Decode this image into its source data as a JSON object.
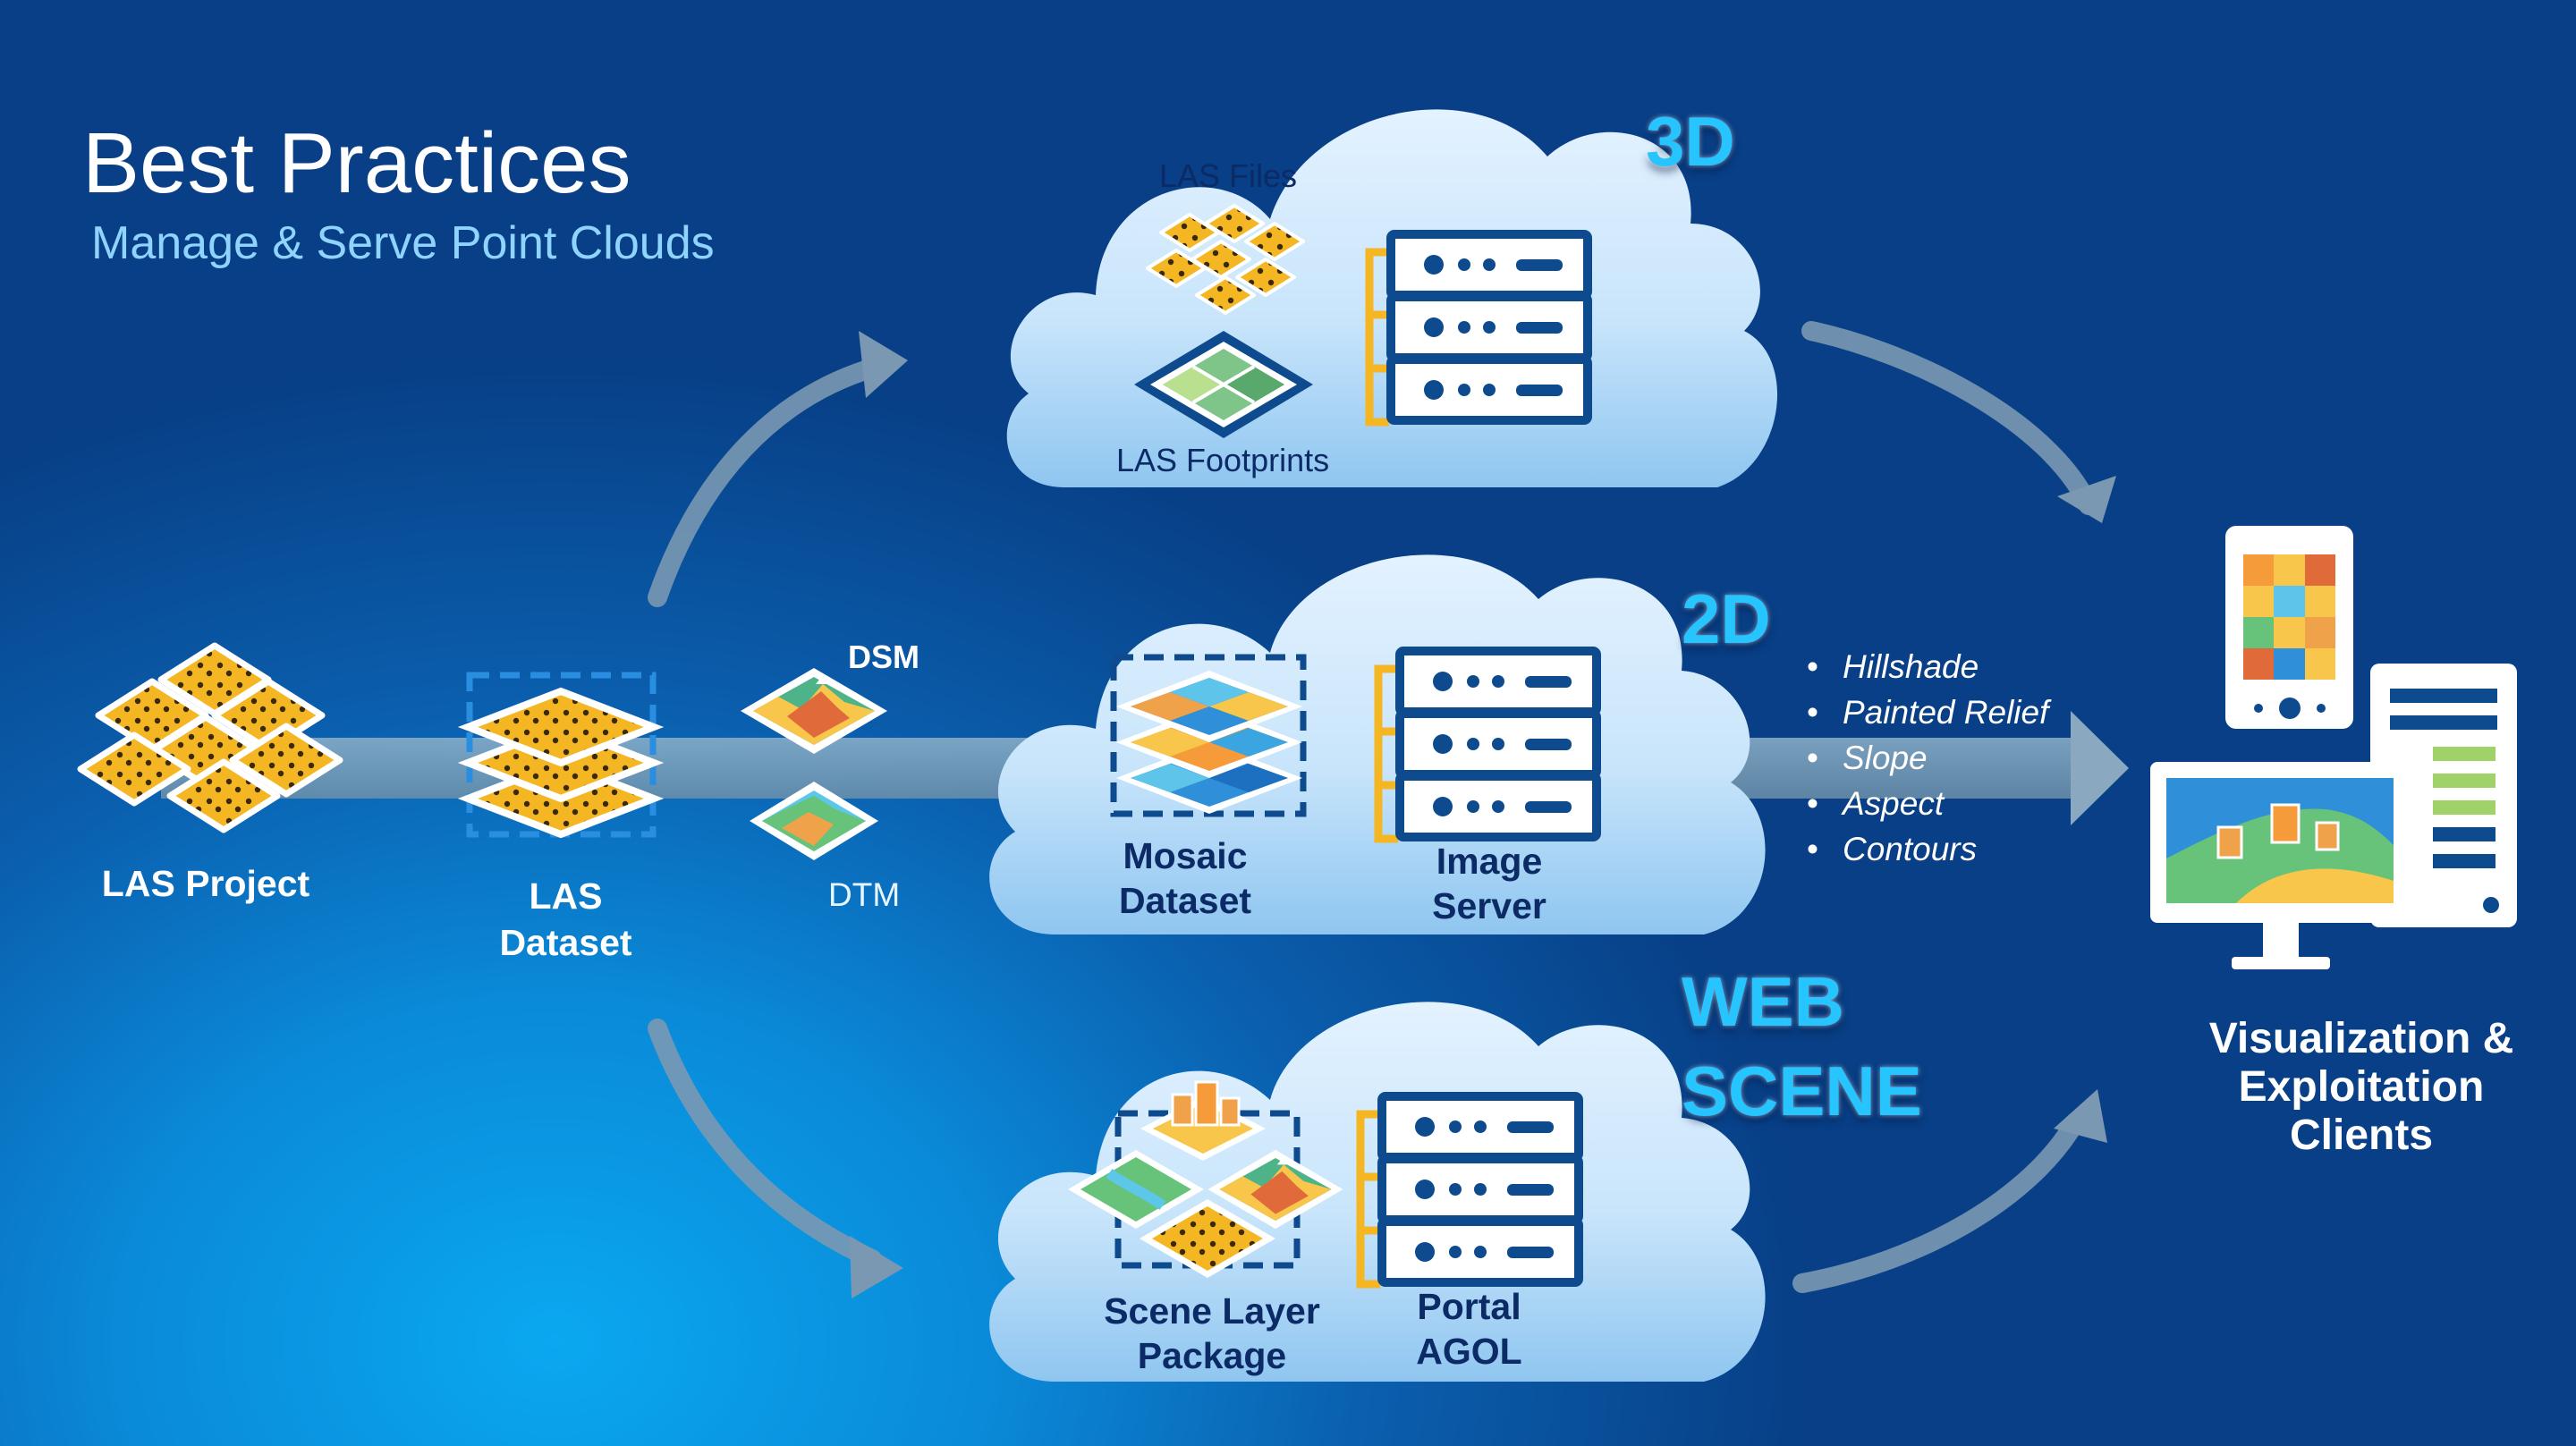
{
  "header": {
    "title": "Best Practices",
    "subtitle": "Manage & Serve Point Clouds"
  },
  "sources": {
    "las_project": "LAS Project",
    "las_dataset_line1": "LAS",
    "las_dataset_line2": "Dataset",
    "dsm": "DSM",
    "dtm": "DTM"
  },
  "clouds": {
    "three_d": {
      "tag": "3D",
      "las_files": "LAS Files",
      "las_footprints": "LAS Footprints"
    },
    "two_d": {
      "tag": "2D",
      "mosaic_line1": "Mosaic",
      "mosaic_line2": "Dataset",
      "server_line1": "Image",
      "server_line2": "Server",
      "products": [
        "Hillshade",
        "Painted Relief",
        "Slope",
        "Aspect",
        "Contours"
      ]
    },
    "web": {
      "tag_line1": "WEB",
      "tag_line2": "SCENE",
      "package_line1": "Scene Layer",
      "package_line2": "Package",
      "portal_line1": "Portal",
      "portal_line2": "AGOL"
    }
  },
  "clients": {
    "line1": "Visualization &",
    "line2": "Exploitation",
    "line3": "Clients"
  },
  "colors": {
    "background_center": "#0aa8f0",
    "background_edge": "#083f86",
    "cloud_fill": "#cfe7fb",
    "label_dark": "#0b2a66",
    "dimension_label": "#27c5ff",
    "las_tile": "#f4b623",
    "server_frame": "#0d4a8e",
    "server_bracket": "#f4b623",
    "arrow": "#7f9fb8"
  },
  "icons": [
    "las-tiles-icon",
    "server-rack-icon",
    "footprints-icon",
    "mosaic-icon",
    "dsm-icon",
    "dtm-icon",
    "scene-package-icon",
    "tablet-icon",
    "desktop-icon"
  ]
}
